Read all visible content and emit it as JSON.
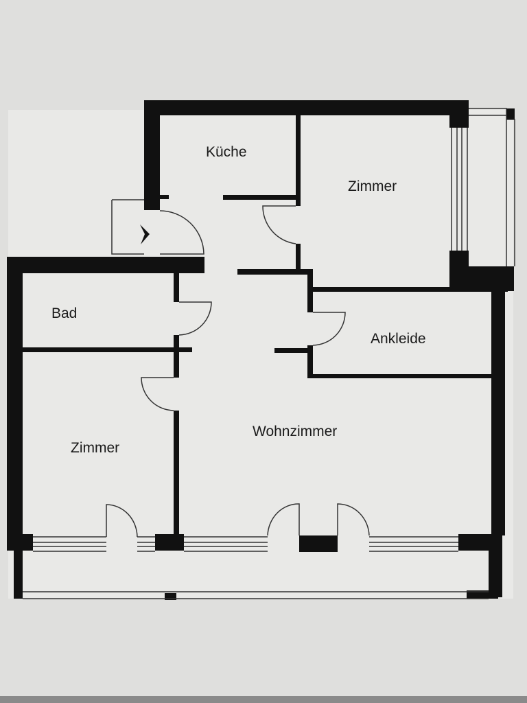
{
  "plan": {
    "rooms": {
      "kitchen": "Küche",
      "room_top": "Zimmer",
      "bath": "Bad",
      "dressing": "Ankleide",
      "room_left": "Zimmer",
      "living": "Wohnzimmer"
    }
  }
}
